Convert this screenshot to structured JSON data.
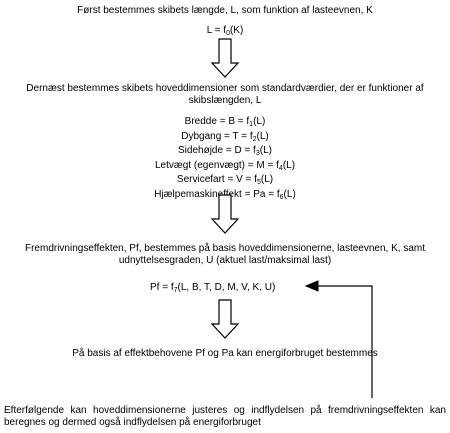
{
  "steps": {
    "step1": "Først bestemmes skibets længde, L, som funktion af lasteevnen, K",
    "formula_L": {
      "lhs": "L = f",
      "sub": "0",
      "rhs": "(K)"
    },
    "step2": {
      "line1": "Dernæst bestemmes skibets hoveddimensioner som standardværdier, der er funktioner af",
      "line2": "skibslængden, L"
    },
    "dimensions": [
      {
        "label": "Bredde = B = f",
        "sub": "1",
        "rhs": "(L)"
      },
      {
        "label": "Dybgang = T = f",
        "sub": "2",
        "rhs": "(L)"
      },
      {
        "label": "Sidehøjde = D = f",
        "sub": "3",
        "rhs": "(L)"
      },
      {
        "label": "Letvægt (egenvægt) = M = f",
        "sub": "4",
        "rhs": "(L)"
      },
      {
        "label": "Servicefart = V = f",
        "sub": "5",
        "rhs": "(L)"
      },
      {
        "label": "Hjælpemaskineffekt = Pa = f",
        "sub": "6",
        "rhs": "(L)"
      }
    ],
    "step3": {
      "line1": "Fremdrivningseffekten, Pf, bestemmes på basis hoveddimensionerne, lasteevnen, K, samt",
      "line2": "udnyttelsesgraden, U (aktuel last/maksimal last)"
    },
    "formula_Pf": {
      "lhs": "Pf = f",
      "sub": "7",
      "rhs": "(L, B, T, D, M, V, K, U)"
    },
    "step4": "På basis af effektbehovene Pf og Pa kan energiforbruget bestemmes",
    "step5": "Efterfølgende kan hoveddimensionerne justeres og indflydelsen på fremdrivningseffekten kan beregnes og dermed også indflydelsen på energiforbruget"
  },
  "colors": {
    "text": "#000000",
    "line": "#000000",
    "background": "#ffffff"
  }
}
